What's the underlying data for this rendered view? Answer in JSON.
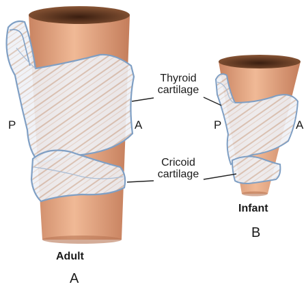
{
  "labels": {
    "thyroid_line1": "Thyroid",
    "thyroid_line2": "cartilage",
    "cricoid_line1": "Cricoid",
    "cricoid_line2": "cartilage",
    "adult_posterior": "P",
    "adult_anterior": "A",
    "infant_posterior": "P",
    "infant_anterior": "A"
  },
  "captions": {
    "adult": "Adult",
    "adult_panel": "A",
    "infant": "Infant",
    "infant_panel": "B"
  },
  "colors": {
    "airway_tube": "#d99b7a",
    "airway_tube_dark": "#7a4a2c",
    "cartilage_fill": "#eef1f6",
    "cartilage_outline": "#7f9fc4",
    "leader_line": "#222222"
  }
}
